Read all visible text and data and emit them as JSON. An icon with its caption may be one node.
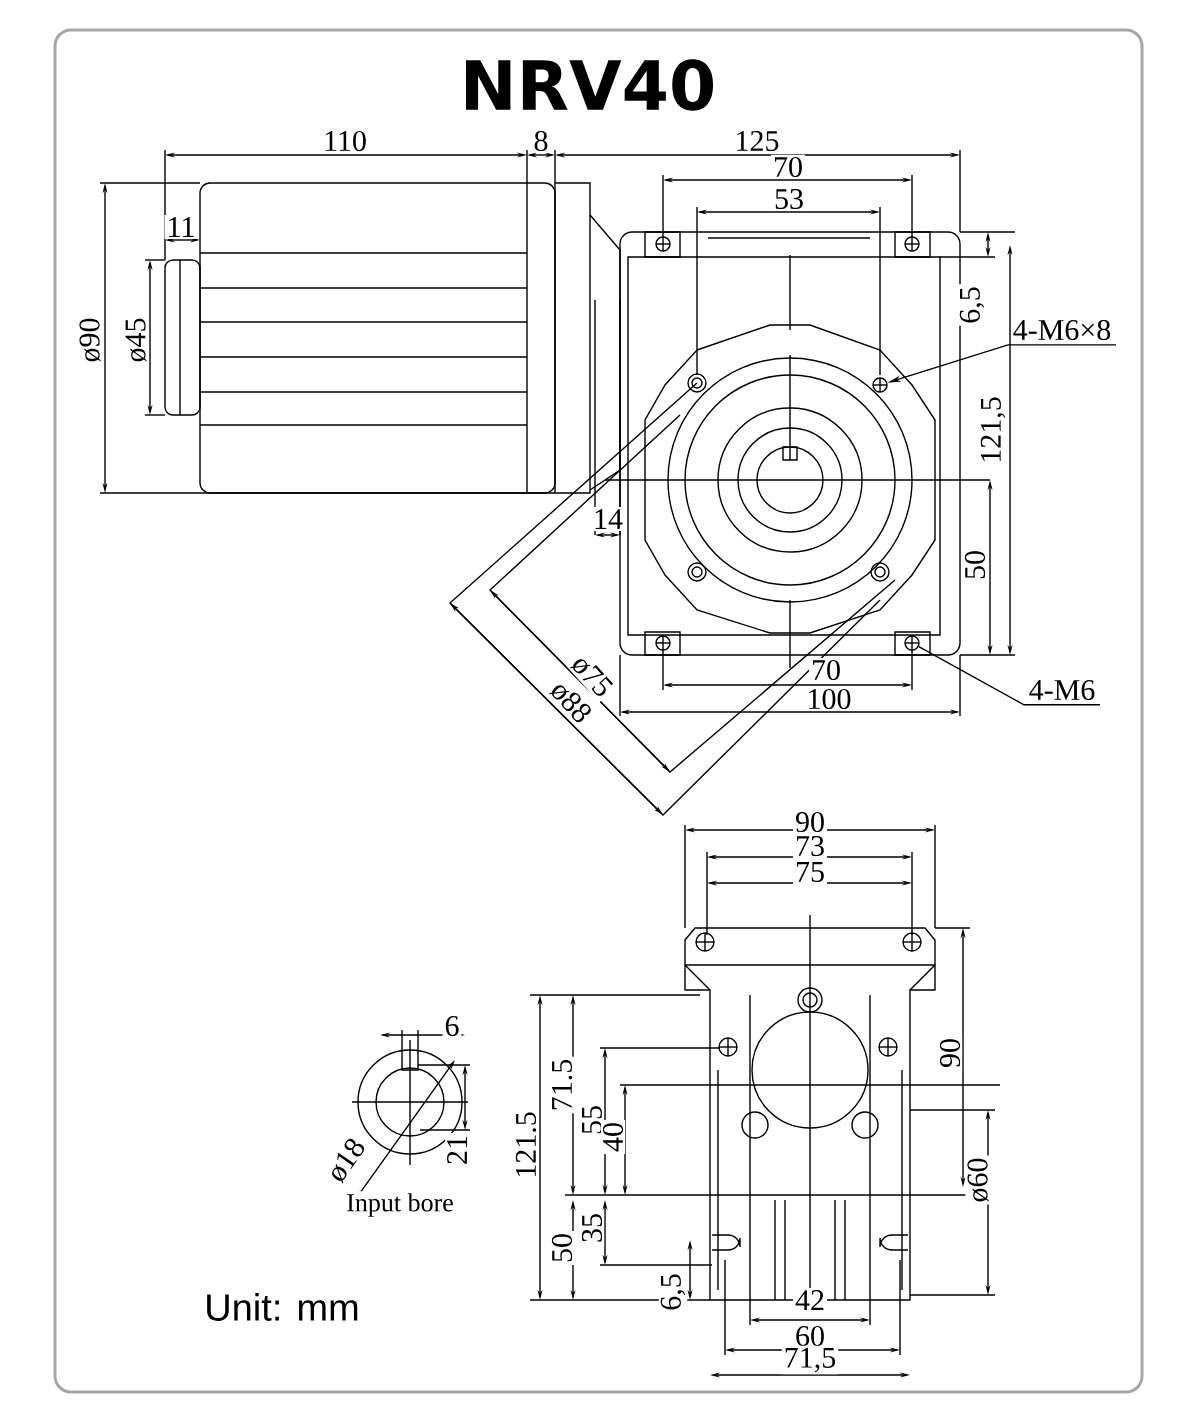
{
  "diagram": {
    "title": "NRV40",
    "nodes": [
      {
        "text": [
          "4-M6×8"
        ]
      },
      {
        "text": [],
        "shape": "circle"
      },
      {
        "text": [
          "4-M6"
        ]
      },
      {
        "text": [],
        "shape": "circle"
      }
    ],
    "edges": [
      {
        "from": 0,
        "to": 1,
        "arrow": "to"
      },
      {
        "from": 2,
        "to": 3,
        "arrow": "none"
      }
    ],
    "labels": [
      "110",
      "8",
      "125",
      "70",
      "53",
      "11",
      "ø90",
      "ø45",
      "6,5",
      "121,5",
      "14",
      "50",
      "ø75",
      "ø88",
      "70",
      "100",
      "90",
      "73",
      "75",
      "6",
      "90",
      "71.5",
      "ø18",
      "21",
      "121.5",
      "55",
      "40",
      "ø60",
      "Input bore",
      "35",
      "50",
      "6,5",
      "42",
      "60",
      "71,5",
      "Unit: mm"
    ]
  }
}
